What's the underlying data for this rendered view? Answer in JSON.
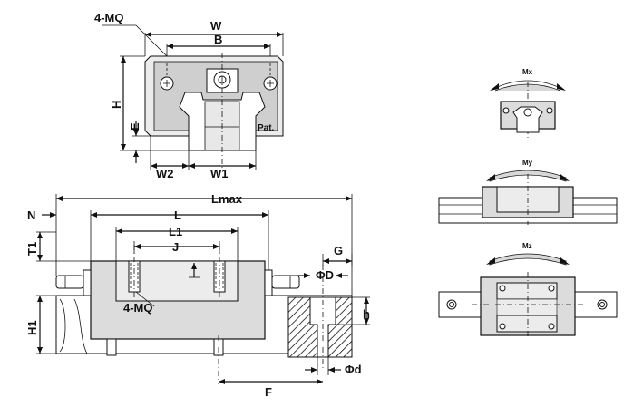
{
  "labels": {
    "four_mq_top": "4-MQ",
    "w": "W",
    "b": "B",
    "h": "H",
    "e": "E",
    "w2": "W2",
    "w1": "W1",
    "pat": "Pat.",
    "lmax": "Lmax",
    "n": "N",
    "l": "L",
    "l1": "L1",
    "j": "J",
    "t1": "T1",
    "h1": "H1",
    "four_mq_side": "4-MQ",
    "g": "G",
    "phi_big_d": "ΦD",
    "h_small": "h",
    "phi_d": "Φd",
    "f": "F",
    "mx": "Mx",
    "my": "My",
    "mz": "Mz"
  }
}
